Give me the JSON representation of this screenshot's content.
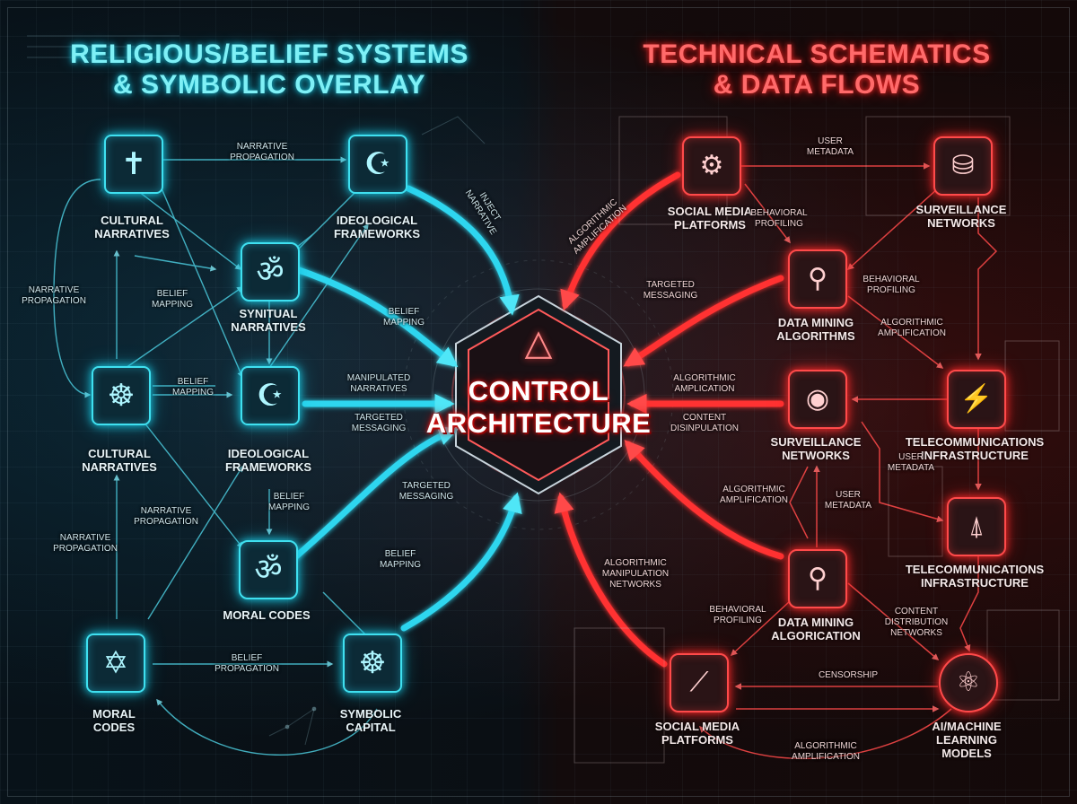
{
  "titles": {
    "left": "RELIGIOUS/BELIEF SYSTEMS\n& SYMBOLIC OVERLAY",
    "right": "TECHNICAL SCHEMATICS\n& DATA FLOWS"
  },
  "center": {
    "label": "CONTROL\nARCHITECTURE",
    "icon": "eye-of-providence-icon"
  },
  "colors": {
    "left_accent": "#3fe0f0",
    "right_accent": "#ff4a4a"
  },
  "left_nodes": [
    {
      "glyph": "✝",
      "icon": "cross-icon",
      "label": "CULTURAL\nNARRATIVES"
    },
    {
      "glyph": "☪",
      "icon": "crescent-star-icon",
      "label": "IDEOLOGICAL\nFRAMEWORKS"
    },
    {
      "glyph": "ॐ",
      "icon": "om-icon",
      "label": "SYNITUAL\nNARRATIVES"
    },
    {
      "glyph": "☸",
      "icon": "dharma-wheel-icon",
      "label": "CULTURAL\nNARRATIVES"
    },
    {
      "glyph": "☪",
      "icon": "crescent-star-icon",
      "label": "IDEOLOGICAL\nFRAMEWORKS"
    },
    {
      "glyph": "ॐ",
      "icon": "om-icon",
      "label": "MORAL CODES"
    },
    {
      "glyph": "✡",
      "icon": "star-of-david-icon",
      "label": "MORAL\nCODES"
    },
    {
      "glyph": "☸",
      "icon": "dharma-wheel-icon",
      "label": "SYMBOLIC\nCAPITAL"
    }
  ],
  "right_nodes": [
    {
      "glyph": "⚙",
      "icon": "social-media-dashboard-icon",
      "label": "SOCIAL MEDIA\nPLATFORMS"
    },
    {
      "glyph": "⛁",
      "icon": "database-icon",
      "label": "SURVEILLANCE\nNETWORKS"
    },
    {
      "glyph": "⚲",
      "icon": "data-search-icon",
      "label": "DATA MINING\nALGORITHMS"
    },
    {
      "glyph": "◉",
      "icon": "eye-icon",
      "label": "SURVEILLANCE\nNETWORKS"
    },
    {
      "glyph": "⚡",
      "icon": "network-hub-icon",
      "label": "TELECOMMUNICATIONS\nINFRASTRUCTURE"
    },
    {
      "glyph": "⍋",
      "icon": "radio-tower-icon",
      "label": "TELECOMMUNICATIONS\nINFRASTRUCTURE"
    },
    {
      "glyph": "⚲",
      "icon": "globe-search-icon",
      "label": "DATA MINING\nALGORICATION"
    },
    {
      "glyph": "⟋",
      "icon": "chart-monitor-icon",
      "label": "SOCIAL MEDIA\nPLATFORMS"
    },
    {
      "glyph": "⚛",
      "icon": "brain-icon",
      "label": "AI/MACHINE\nLEARNING MODELS"
    }
  ],
  "left_edges": [
    "NARRATIVE\nPROPAGATION",
    "INJECT\nNARRATIVE",
    "NARRATIVE\nPROPAGATION",
    "BELIEF\nMAPPING",
    "BELIEF\nMAPPING",
    "BELIEF\nMAPPING",
    "MANIPULATED\nNARRATIVES",
    "TARGETED\nMESSAGING",
    "BELIEF\nMAPPING",
    "NARRATIVE\nPROPAGATION",
    "NARRATIVE\nPROPAGATION",
    "TARGETED\nMESSAGING",
    "BELIEF\nMAPPING",
    "BELIEF\nPROPAGATION"
  ],
  "right_edges": [
    "USER\nMETADATA",
    "ALGORITHMIC\nAMPLIFICATION",
    "BEHAVIORAL\nPROFILING",
    "TARGETED\nMESSAGING",
    "BEHAVIORAL\nPROFILING",
    "ALGORITHMIC\nAMPLIFICATION",
    "ALGORITHMIC\nAMPLICATION",
    "CONTENT\nDISINPULATION",
    "USER\nMETADATA",
    "ALGORITHMIC\nAMPLIFICATION",
    "USER\nMETADATA",
    "ALGORITHMIC\nMANIPULATION\nNETWORKS",
    "BEHAVIORAL\nPROFILING",
    "CONTENT\nDISTRIBUTION\nNETWORKS",
    "CENSORSHIP",
    "ALGORITHMIC\nAMPLIFICATION"
  ]
}
